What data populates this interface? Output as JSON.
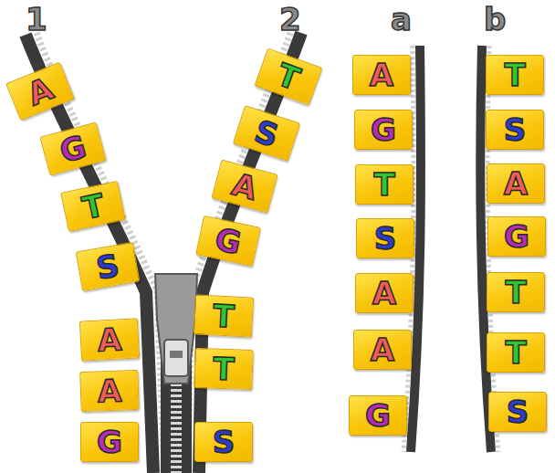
{
  "diagram": {
    "nodes": [
      {
        "text": [
          "A"
        ]
      },
      {
        "text": [
          "G"
        ]
      },
      {
        "text": [
          "T"
        ]
      },
      {
        "text": [
          "S"
        ]
      },
      {
        "text": [
          "A"
        ]
      },
      {
        "text": [
          "A"
        ]
      },
      {
        "text": [
          "G"
        ]
      },
      {
        "text": [
          "T"
        ]
      },
      {
        "text": [
          "S"
        ]
      },
      {
        "text": [
          "A"
        ]
      },
      {
        "text": [
          "G"
        ]
      },
      {
        "text": [
          "T"
        ]
      },
      {
        "text": [
          "T"
        ]
      },
      {
        "text": [
          "S"
        ]
      },
      {
        "text": [
          "A"
        ]
      },
      {
        "text": [
          "G"
        ]
      },
      {
        "text": [
          "T"
        ]
      },
      {
        "text": [
          "S"
        ]
      },
      {
        "text": [
          "A"
        ]
      },
      {
        "text": [
          "A"
        ]
      },
      {
        "text": [
          "G"
        ]
      },
      {
        "text": [
          "T"
        ]
      },
      {
        "text": [
          "S"
        ]
      },
      {
        "text": [
          "A"
        ]
      },
      {
        "text": [
          "G"
        ]
      },
      {
        "text": [
          "T"
        ]
      },
      {
        "text": [
          "T"
        ]
      },
      {
        "text": [
          "S"
        ]
      }
    ],
    "labels": [
      "1",
      "2",
      "a",
      "b"
    ]
  }
}
